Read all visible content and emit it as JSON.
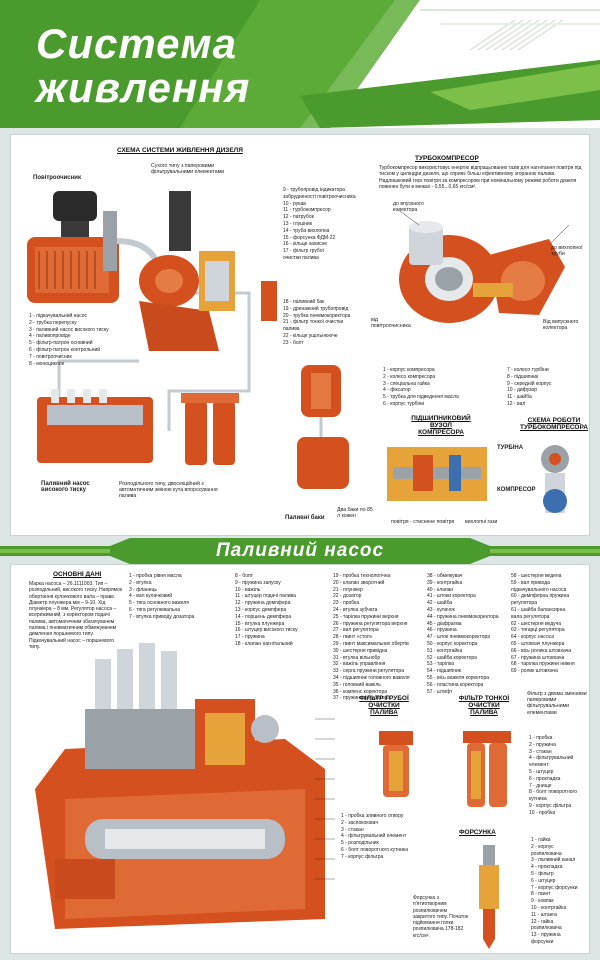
{
  "header": {
    "title_line1": "Система",
    "title_line2": "живлення",
    "colors": {
      "green": "#4a9a2e",
      "light_green": "#7cc04a"
    }
  },
  "section1": {
    "title": "СХЕМА СИСТЕМИ ЖИВЛЕННЯ ДИЗЕЛЯ",
    "caption_filter": "Сухого типу з паперовими фільтрувальними елементами",
    "caption_cleaner": "Повітроочисник",
    "list_left": [
      "1 - підкачувальний насос",
      "2 - трубка перепуску",
      "3 - паливний насос високого тиску",
      "4 - паливопровідн",
      "5 - фільтр-патрон основний",
      "6 - фільтр-патрон контрольний",
      "7 - повітроочисник",
      "8 - моноциклон"
    ],
    "list_mid_a": [
      "9 - трубопровід індикатора",
      "забрудненості повітроочисника",
      "10 - рукав",
      "11 - турбокомпресор",
      "12 - патрубок",
      "13 - глушник",
      "14 - труба вихлопна",
      "15 - форсунка ФДМ-22",
      "16 - кільце захисне",
      "17 - фільтр грубої",
      "очистки палива"
    ],
    "list_mid_b": [
      "18 - паливний бак",
      "19 - дренажний трубопровід",
      "20 - трубка пневмокоректора",
      "21 - фільтр тонкої очистки",
      "палива",
      "22 - кільце ущільнююче",
      "23 - болт"
    ],
    "caption_pump": "Паливний насос високого тиску",
    "caption_pump2": "Розподільного типу, двосекційний з автоматичним зміною кута впорскування палива",
    "caption_tanks": "Паливні баки",
    "caption_tanks2": "Два баки по 85 л кожен"
  },
  "section2": {
    "title": "ТУРБОКОМПРЕСОР",
    "description": "Турбокомпресор використовує енергію відпрацьованих газів для нагнітання повітря під тиском у циліндри дизеля, що сприяє більш ефективному згоранню палива. Надлишковий тиск повітря за компресором при номінальному режимі роботи дизеля повинен бути в межах - 0,55...0,65 кгс/см².",
    "labels": [
      "до впускного колектора",
      "до вихлопної труби",
      "від повітроочисника",
      "Від випускного колектора"
    ],
    "parts_left": [
      "1 - корпус компресора",
      "2 - колесо компресора",
      "3 - спеціальна гайка",
      "4 - фіксатор",
      "5 - трубка для підведення масла",
      "6 - корпус турбіни"
    ],
    "parts_right": [
      "7 - колесо турбіни",
      "8 - підшипник",
      "9 - середній корпус",
      "10 - дифузор",
      "11 - шайба",
      "12 - вал"
    ],
    "bearing_title": "ПІДШИПНИКОВИЙ ВУЗОЛ КОМПРЕСОРА",
    "scheme_title": "СХЕМА РОБОТИ ТУРБОКОМПРЕСОРА",
    "scheme_turbine": "ТУРБІНА",
    "scheme_compressor": "КОМПРЕСОР",
    "legend_air": "повітря - стиснене повітря",
    "legend_gas": "вихлопні гази"
  },
  "band": {
    "title": "Паливний насос"
  },
  "pump": {
    "main_title": "ОСНОВНІ ДАНІ",
    "main_text": "Марка насоса – 26.1111003. Тип – розподільний, високого тиску. Напрямок обертання кулачкового вала – праве. Діаметр плунжера мм – 9-10. Хід плунжера – 8 мм. Регулятор насоса – всережимний, з коректором подачі палива, автоматичним збагачувачем палива і пневматичним обмежувачем димлення поршневого типу. Підкачувальний насос – поршневого типу.",
    "col1": [
      "1 - пробка рівня масла",
      "2 - втулка",
      "3 - фланець",
      "4 - вал кулачковий",
      "5 - тяга основного важеля",
      "6 - тяга регулювальна",
      "7 - втулка приводу дозатора"
    ],
    "col2": [
      "8 - болт",
      "9 - пружина запуску",
      "10 - важіль",
      "11 - штуцер подачі палива",
      "12 - пружина демпфера",
      "13 - корпус демпфера",
      "14 - поршень демпфера",
      "15 - втулка плунжера",
      "16 - штуцер високого тиску",
      "17 - пружина",
      "18 - клапан нагнітальний"
    ],
    "col3": [
      "19 - пробка технологічна",
      "20 - клапан зворотний",
      "21 - плунжер",
      "22 - дозатор",
      "23 - пробка",
      "24 - втулка зубчата",
      "25 - тарілка пружини верхня",
      "26 - пружина регулятора верхня",
      "27 - вал регулятора",
      "28 - гвинт «стоп»",
      "29 - гвинт максимальних обертів",
      "30 - шестерня привідна",
      "31 - втулка вільнобр",
      "32 - важіль управління",
      "33 - серга пружини регулятора",
      "34 - підшипник головного важеля",
      "35 - головний важіль",
      "36 - компенс коректора",
      "37 - пружина регулятора"
    ],
    "col4": [
      "38 - обмежувач",
      "39 - контргайка",
      "40 - клапан",
      "41 - штоки коректора",
      "42 - шайба",
      "43 - кулачок",
      "44 - пружина пневмокоректора",
      "45 - діафрагма",
      "46 - пружина",
      "47 - шток пневмокоректора",
      "50 - корпус коректора",
      "51 - контргайка",
      "52 - шайба коректора",
      "53 - тарілка",
      "54 - підшипник",
      "55 - вісь важеля коректора",
      "56 - пластина коректора",
      "57 - штифт"
    ],
    "col5": [
      "58 - шестерня ведена",
      "59 - вал привода",
      "підкачувального насоса",
      "60 - демпферна пружина",
      "регулятора",
      "61 - шайба балансирна",
      "вала регулятора",
      "62 - шестерня ведуча",
      "63 - тягарці регулятора",
      "64 - корпус насоса",
      "65 - штовхач плунжера",
      "66 - вісь ролика штовхача",
      "67 - пружина штовхача",
      "68 - тарілка пружини нижня",
      "69 - ролик штовхача"
    ],
    "filter_coarse_title": "ФІЛЬТР ГРУБОЇ ОЧИСТКИ ПАЛИВА",
    "filter_fine_title": "ФІЛЬТР ТОНКОЇ ОЧИСТКИ ПАЛИВА",
    "filter_coarse_list": [
      "1 - пробка зливного отвору",
      "2 - заспокоювач",
      "3 - стакан",
      "4 - фільтрувальний елемент",
      "5 - розподільник",
      "6 - болт поворотного кутника",
      "7 - корпус фільтра"
    ],
    "filter_fine_caption": "Фільтр з двома змінними паперовими фільтрувальними елементами",
    "filter_fine_list": [
      "1 - пробка",
      "2 - пружина",
      "3 - стакан",
      "4 - фільтрувальний",
      "елемент",
      "5 - штуцер",
      "6 - прокладка",
      "7 - днище",
      "8 - болт поворотного",
      "кутника",
      "9 - корпус фільтра",
      "10 - пробка"
    ],
    "injector_title": "ФОРСУНКА",
    "injector_caption": "Форсунка з п'ятиотворним розпилювачем закритого типу. Початок підйомання голки розпилювача 178-182 кгс/см².",
    "injector_list": [
      "1 - гайка",
      "2 - корпус",
      "розпилювача",
      "3 - паливний канал",
      "4 - прокладка",
      "5 - фільтр",
      "6 - штуцер",
      "7 - корпус форсунки",
      "8 - гвинт",
      "9 - ковпак",
      "10 - контргайка",
      "11 - штанга",
      "12 - гайка",
      "розпилювача",
      "13 - пружина",
      "форсунки"
    ]
  }
}
